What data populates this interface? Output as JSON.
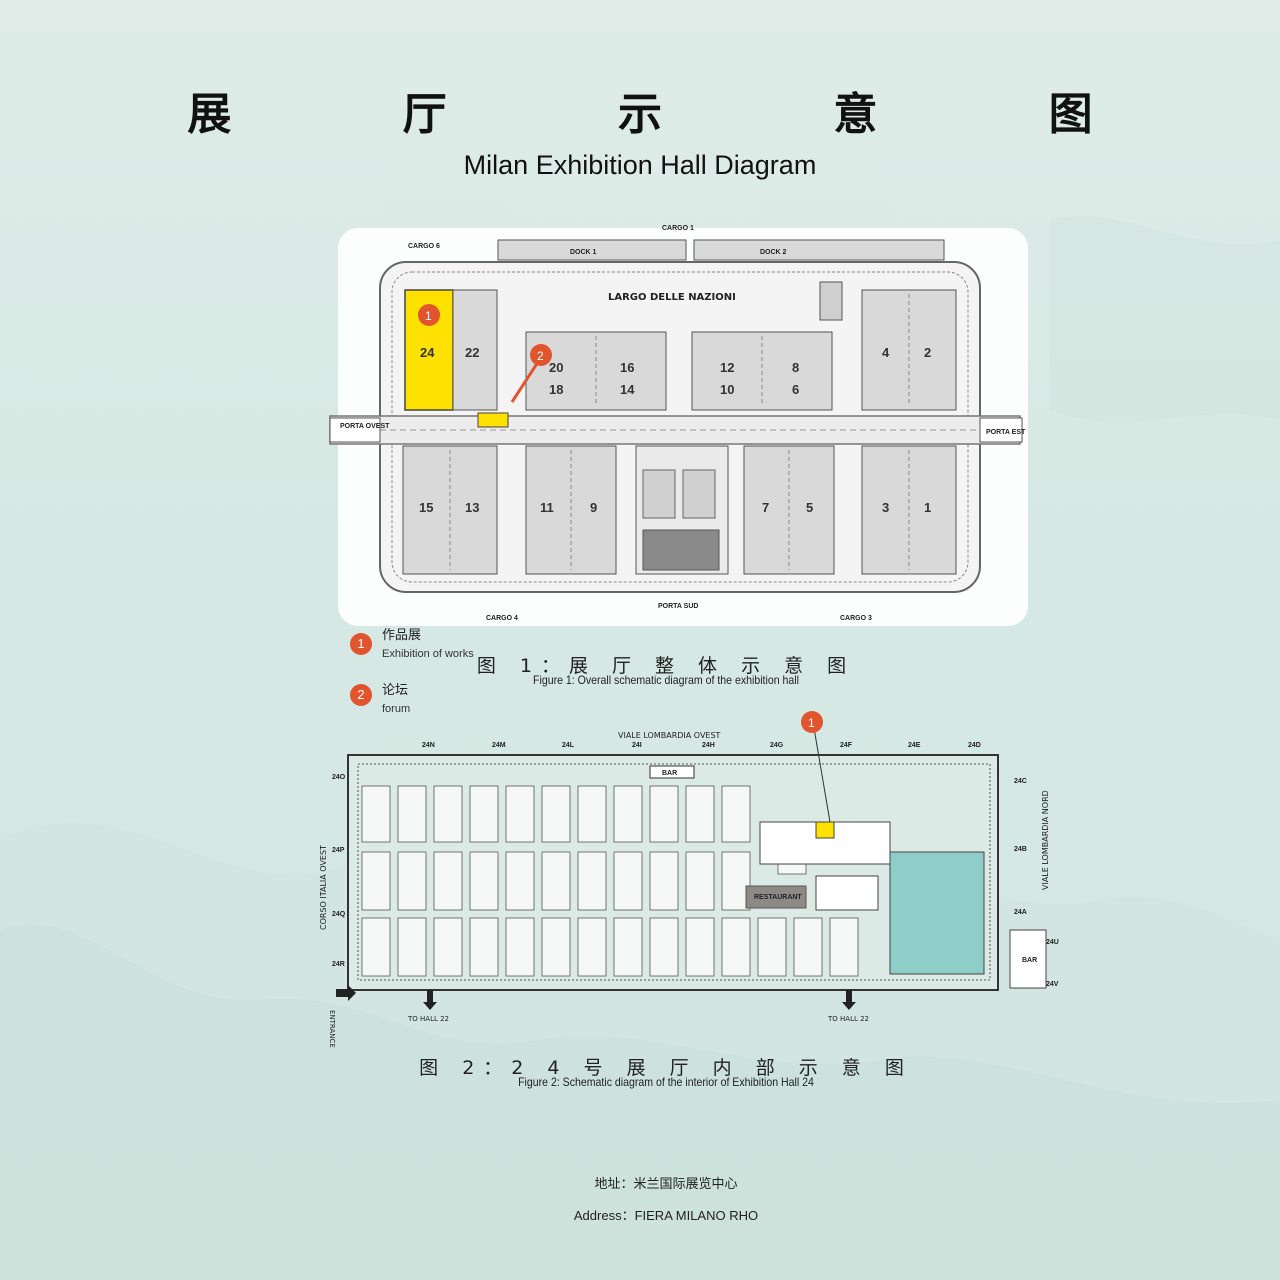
{
  "title": {
    "cn": "展 厅 示 意 图",
    "en": "Milan Exhibition Hall Diagram"
  },
  "map1": {
    "cargo_top": "CARGO 1",
    "cargo_left": "CARGO 6",
    "cargo_bottom_left": "CARGO 4",
    "cargo_bottom_right": "CARGO 3",
    "dock1": "DOCK 1",
    "dock2": "DOCK 2",
    "largo": "LARGO DELLE NAZIONI",
    "porta_ovest": "PORTA\nOVEST",
    "porta_est": "PORTA\nEST",
    "porta_sud": "PORTA SUD",
    "halls_top": [
      "24",
      "22",
      "20",
      "16",
      "18",
      "14",
      "12",
      "8",
      "10",
      "6",
      "4",
      "2"
    ],
    "halls_bottom": [
      "15",
      "13",
      "11",
      "9",
      "7",
      "5",
      "3",
      "1"
    ],
    "markers": [
      "1",
      "2"
    ],
    "colors": {
      "highlight_hall": "#ffe100",
      "marker": "#e0552e",
      "hall": "#d9d9d9"
    }
  },
  "legend": [
    {
      "num": "1",
      "cn": "作品展",
      "en": "Exhibition of works"
    },
    {
      "num": "2",
      "cn": "论坛",
      "en": "forum"
    }
  ],
  "caption1": {
    "cn": "图 1：展 厅 整 体 示 意 图",
    "en": "Figure 1: Overall schematic diagram of the exhibition hall"
  },
  "map2": {
    "street_top": "VIALE LOMBARDIA OVEST",
    "street_left": "CORSO ITALIA OVEST",
    "street_right": "VIALE LOMBARDIA NORD",
    "bar_top": "BAR",
    "bar_right": "BAR",
    "entrance": "ENTRANCE",
    "to_hall_left": "TO HALL 22",
    "to_hall_right": "TO HALL 22",
    "restaurant": "RESTAURANT",
    "top_gates": [
      "24N",
      "24M",
      "24L",
      "24I",
      "24H",
      "24G",
      "24F",
      "24E",
      "24D"
    ],
    "left_gates": [
      "24O",
      "24P",
      "24Q",
      "24R"
    ],
    "right_gates": [
      "24C",
      "24B",
      "24A",
      "24U",
      "24V"
    ],
    "marker": "1",
    "colors": {
      "teal_area": "#8ecdc8",
      "highlight": "#ffe100"
    }
  },
  "caption2": {
    "cn": "图 2：2 4 号 展 厅 内 部 示 意 图",
    "en": "Figure 2: Schematic diagram of the interior of Exhibition Hall 24"
  },
  "address": {
    "cn": "地址：米兰国际展览中心",
    "en": "Address：FIERA MILANO RHO"
  }
}
